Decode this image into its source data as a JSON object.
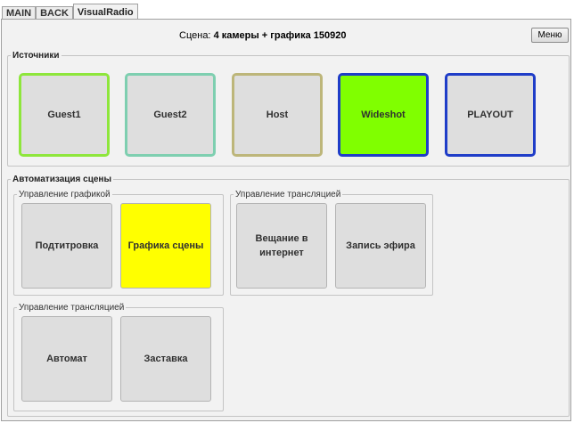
{
  "tabs": [
    {
      "label": "MAIN",
      "active": false
    },
    {
      "label": "BACK",
      "active": false
    },
    {
      "label": "VisualRadio",
      "active": true
    }
  ],
  "header": {
    "scene_prefix": "Сцена:",
    "scene_name": "4 камеры + графика 150920",
    "menu_label": "Меню"
  },
  "sources": {
    "title": "Источники",
    "buttons": [
      {
        "label": "Guest1",
        "border": "#8ee63c",
        "fill": "#dedede"
      },
      {
        "label": "Guest2",
        "border": "#7ecfb0",
        "fill": "#dedede"
      },
      {
        "label": "Host",
        "border": "#bdb67a",
        "fill": "#dedede"
      },
      {
        "label": "Wideshot",
        "border": "#1f3dc8",
        "fill": "#80ff00"
      },
      {
        "label": "PLAYOUT",
        "border": "#1f3dc8",
        "fill": "#dedede"
      }
    ]
  },
  "automation": {
    "title": "Автоматизация сцены",
    "graphics": {
      "title": "Управление графикой",
      "buttons": [
        {
          "label": "Подтитровка",
          "fill": "#dedede"
        },
        {
          "label": "Графика сцены",
          "fill": "#ffff00"
        }
      ]
    },
    "broadcast": {
      "title": "Управление трансляцией",
      "buttons": [
        {
          "label": "Вещание в интернет",
          "fill": "#dedede"
        },
        {
          "label": "Запись эфира",
          "fill": "#dedede"
        }
      ]
    },
    "broadcast2": {
      "title": "Управление трансляцией",
      "buttons": [
        {
          "label": "Автомат",
          "fill": "#dedede"
        },
        {
          "label": "Заставка",
          "fill": "#dedede"
        }
      ]
    }
  }
}
